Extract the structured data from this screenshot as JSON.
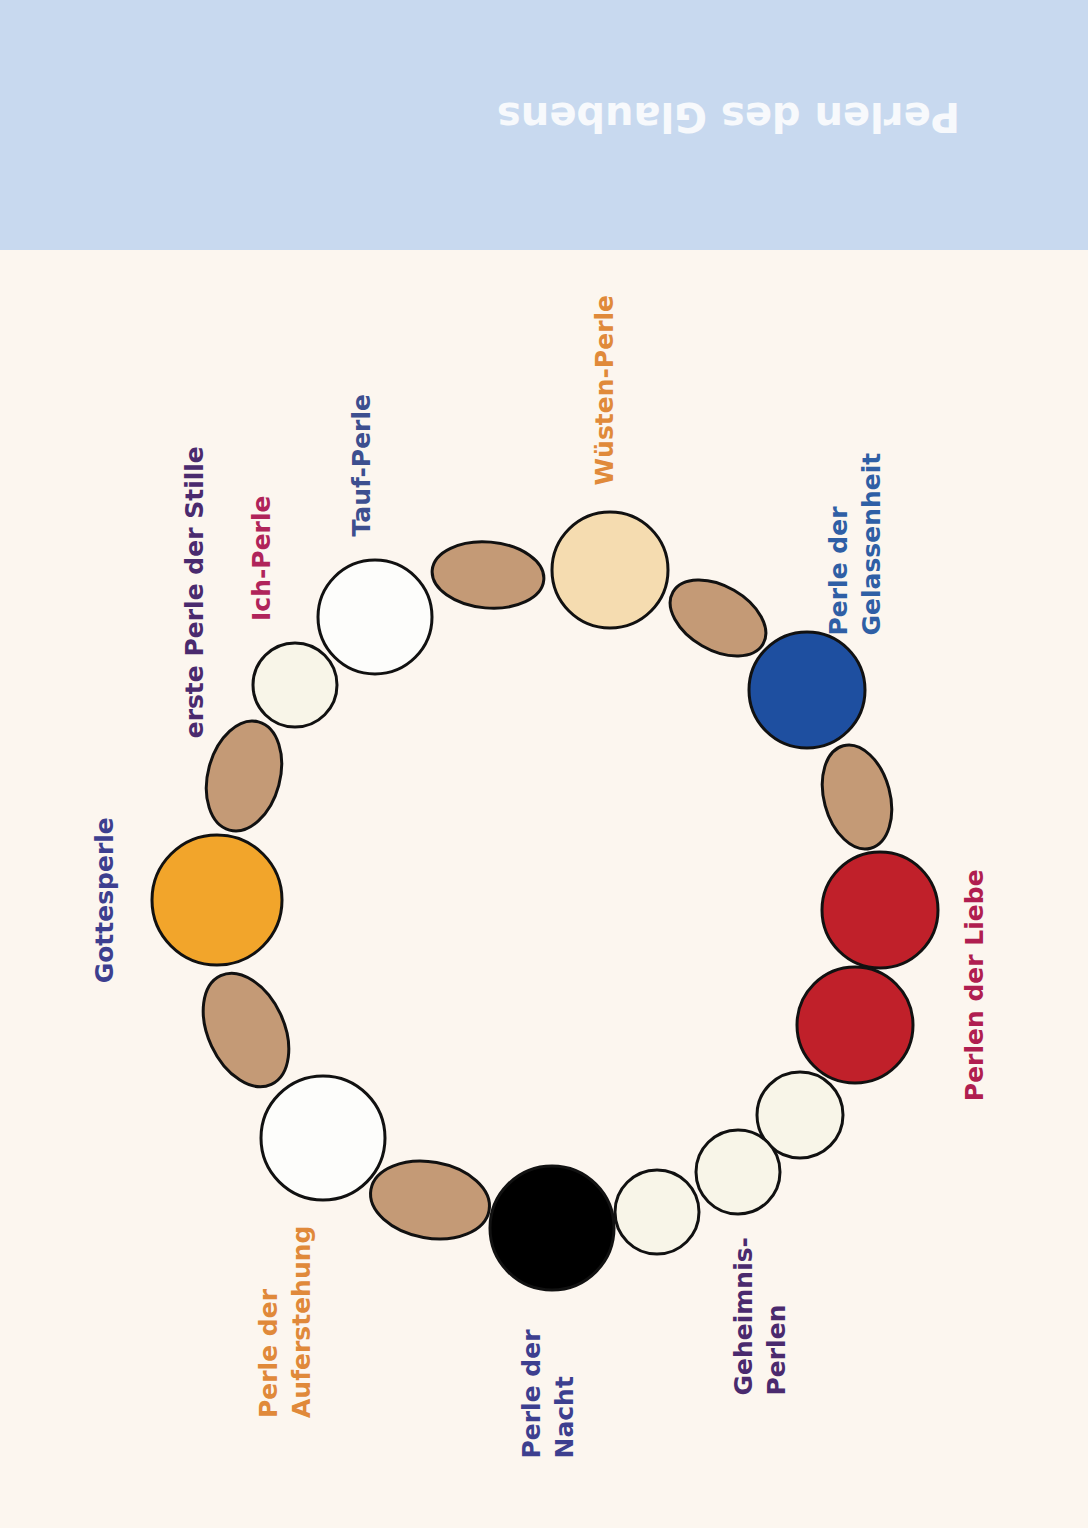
{
  "diagram": {
    "title": "Perlen des Glaubens",
    "nodes": [
      {
        "text": [
          "Gottesperle"
        ]
      },
      {
        "text": [
          "erste Perle der Stille"
        ]
      },
      {
        "text": [
          "Ich-Perle"
        ]
      },
      {
        "text": [
          "Tauf-Perle"
        ]
      },
      {
        "text": [
          "Wüsten-Perle"
        ]
      },
      {
        "text": [
          "Perle der Gelassenheit"
        ]
      },
      {
        "text": [
          "Perlen der Liebe"
        ]
      },
      {
        "text": [
          "Geheimnis-Perlen"
        ]
      },
      {
        "text": [
          "Perle der Nacht"
        ]
      },
      {
        "text": [
          "Perle der Auferstehung"
        ]
      }
    ]
  }
}
